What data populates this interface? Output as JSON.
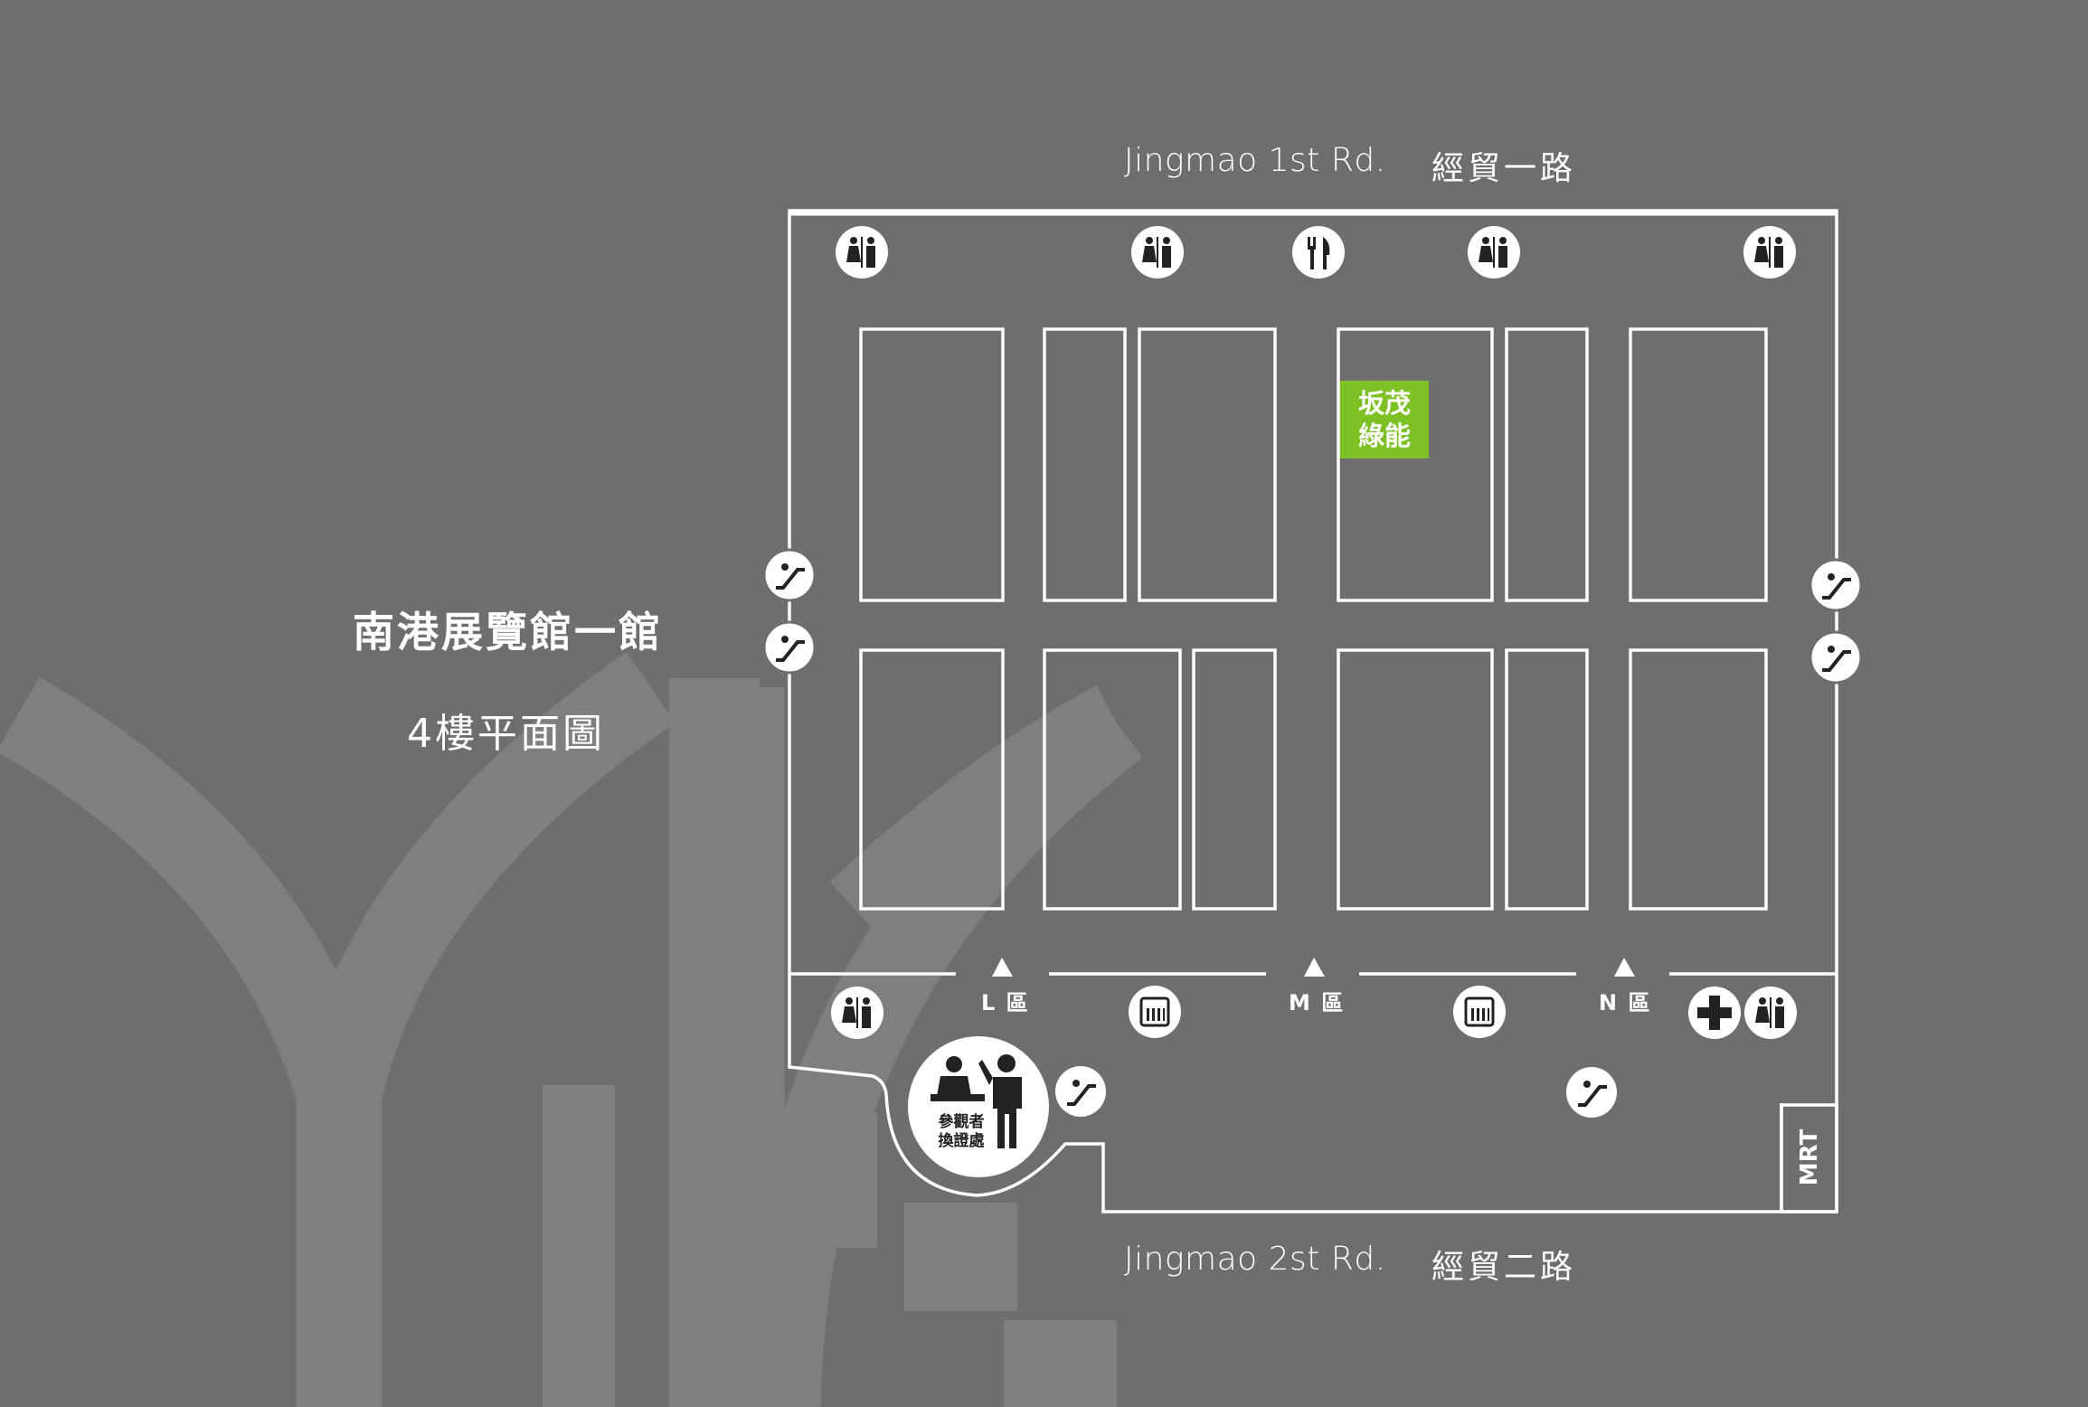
{
  "roads": {
    "north_en": "Jingmao 1st Rd.",
    "north_zh": "經貿一路",
    "south_en": "Jingmao 2st Rd.",
    "south_zh": "經貿二路"
  },
  "venue": {
    "name": "南港展覽館一館",
    "floor_plan": "4樓平面圖"
  },
  "zones": {
    "l": "L 區",
    "m": "M 區",
    "n": "N 區"
  },
  "booth": {
    "line1": "坂茂",
    "line2": "綠能"
  },
  "registration": {
    "line1": "參觀者",
    "line2": "換證處"
  },
  "mrt": "MRT",
  "colors": {
    "background": "#6e6e6e",
    "watermark": "#7f7f7f",
    "lines": "#ffffff",
    "booth_highlight": "#7dc125"
  },
  "icons": {
    "restroom": "restroom-icon",
    "restaurant": "fork-knife-icon",
    "escalator_up": "escalator-up-icon",
    "escalator_down": "escalator-down-icon",
    "elevator": "elevator-icon",
    "first_aid": "first-aid-icon",
    "entrance": "triangle-up-icon",
    "registration": "registration-desk-icon"
  }
}
